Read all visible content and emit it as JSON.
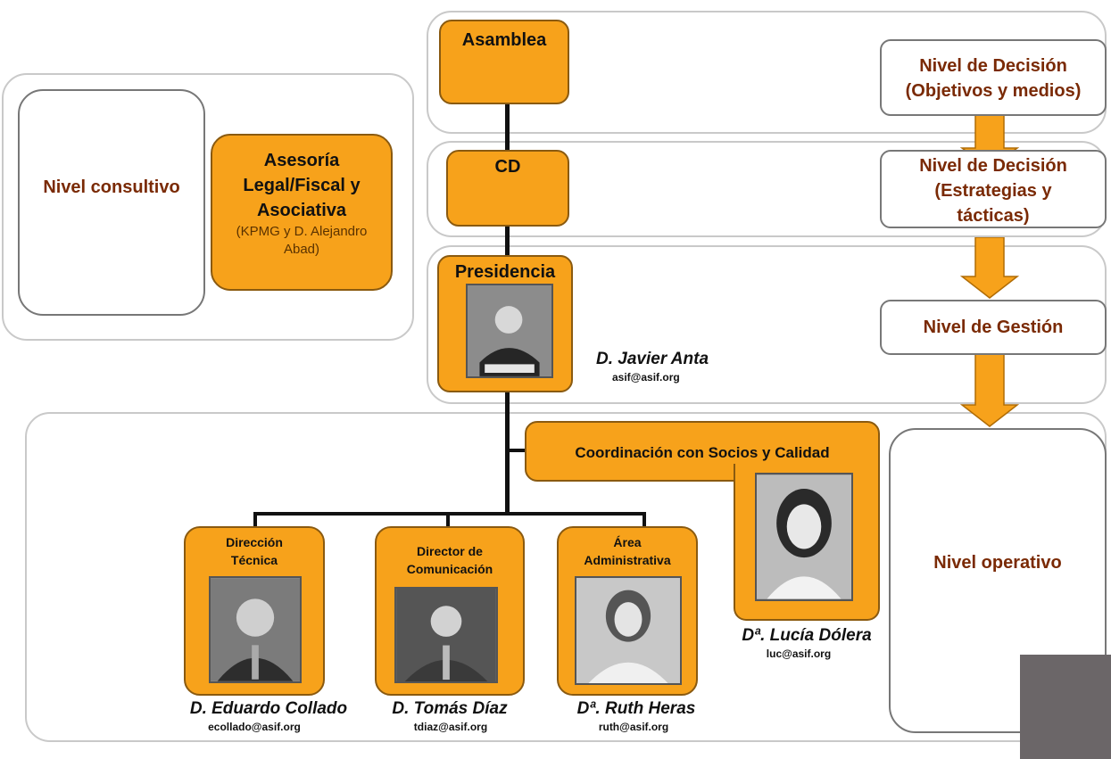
{
  "levels": {
    "decision_objectives": "Nivel de Decisión (Objetivos  y medios)",
    "decision_strategies": "Nivel de Decisión (Estrategias y tácticas)",
    "management": "Nivel de Gestión",
    "operational": "Nivel operativo",
    "consultative": "Nivel consultivo"
  },
  "nodes": {
    "assembly": "Asamblea",
    "board": "CD",
    "presidency": "Presidencia",
    "advisory_title": "Asesoría Legal/Fiscal y Asociativa",
    "advisory_detail": "(KPMG y D. Alejandro  Abad)",
    "coordination": "Coordinación con Socios y Calidad",
    "technical": "Dirección Técnica",
    "communication": "Director de Comunicación",
    "administrative": "Área Administrativa"
  },
  "people": {
    "president": {
      "name": "D. Javier Anta",
      "email": "asif@asif.org"
    },
    "technical": {
      "name": "D. Eduardo Collado",
      "email": "ecollado@asif.org"
    },
    "communication": {
      "name": "D. Tomás Díaz",
      "email": "tdiaz@asif.org"
    },
    "administrative": {
      "name": "Dª. Ruth Heras",
      "email": "ruth@asif.org"
    },
    "coordination": {
      "name": "Dª. Lucía Dólera",
      "email": "luc@asif.org"
    }
  },
  "colors": {
    "orange": "#f7a21b",
    "text_dark": "#7a2a05",
    "gray_block": "#6b6668"
  }
}
